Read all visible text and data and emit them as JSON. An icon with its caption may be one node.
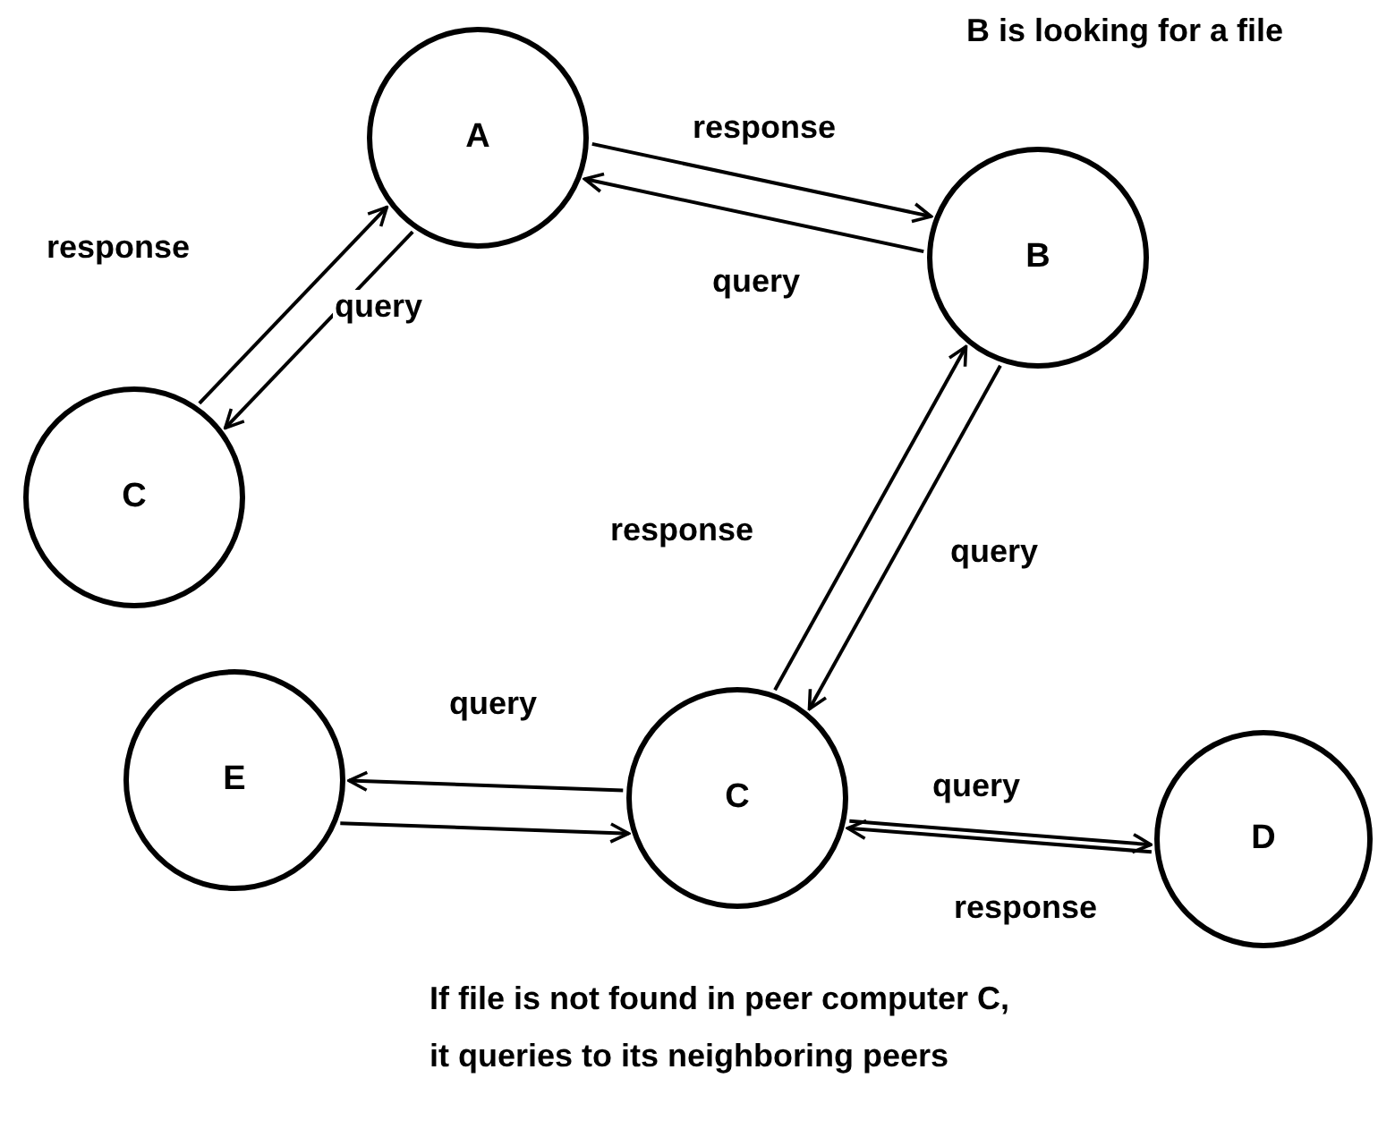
{
  "diagram": {
    "nodes": [
      {
        "text": [
          "A"
        ]
      },
      {
        "text": [
          "B"
        ],
        "beside": [
          "B is looking for a file"
        ]
      },
      {
        "text": [
          "C"
        ]
      },
      {
        "text": [
          "E"
        ]
      },
      {
        "text": [
          "C"
        ]
      },
      {
        "text": [
          "D"
        ]
      }
    ],
    "edges": [
      {
        "from": 0,
        "to": 1,
        "arrow": "to",
        "label": "response"
      },
      {
        "from": 1,
        "to": 0,
        "arrow": "to",
        "label": "query"
      },
      {
        "from": 2,
        "to": 0,
        "arrow": "to",
        "label": "response"
      },
      {
        "from": 0,
        "to": 2,
        "arrow": "to",
        "label": "query"
      },
      {
        "from": 4,
        "to": 1,
        "arrow": "to",
        "label": "response"
      },
      {
        "from": 1,
        "to": 4,
        "arrow": "to",
        "label": "query"
      },
      {
        "from": 4,
        "to": 3,
        "arrow": "to",
        "label": "query"
      },
      {
        "from": 3,
        "to": 4,
        "arrow": "to"
      },
      {
        "from": 4,
        "to": 5,
        "arrow": "to",
        "label": "query"
      },
      {
        "from": 5,
        "to": 4,
        "arrow": "to",
        "label": "response"
      }
    ],
    "labels": [
      "If file is not found in peer computer C, it queries to its neighboring peers"
    ]
  }
}
